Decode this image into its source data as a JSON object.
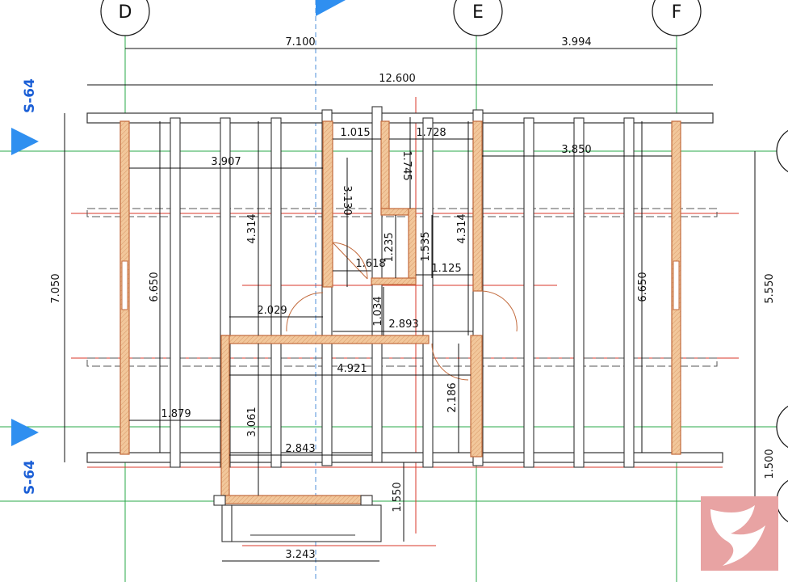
{
  "colors": {
    "grid_line": "#2aa84a",
    "red_line": "#d8372a",
    "wall_fill": "#f2c79b",
    "wall_stroke": "#c26a3c",
    "beam": "#333333",
    "section_marker": "#2f8ff0",
    "logo_bg": "#e8a3a3"
  },
  "axes": {
    "d": "D",
    "e": "E",
    "f": "F"
  },
  "sections": {
    "left_top": "S-64",
    "left_bottom": "S-64"
  },
  "dims": {
    "d_e": "7.100",
    "e_f": "3.994",
    "total_width": "12.600",
    "left_height": "7.050",
    "right_height": "5.550",
    "right_lower": "1.500",
    "room_left_width": "3.907",
    "right_room_width": "3.850",
    "corridor_top_a": "1.015",
    "corridor_top_b": "1.728",
    "wall_3130": "3.130",
    "vert_1745": "1.745",
    "span_4314_left": "4.314",
    "span_4314_right": "4.314",
    "vert_1235": "1.235",
    "vert_1535": "1.535",
    "horiz_1618": "1.618",
    "horiz_1125": "1.125",
    "left_6650": "6.650",
    "right_6650": "6.650",
    "horiz_2029": "2.029",
    "vert_1034": "1.034",
    "horiz_2893": "2.893",
    "horiz_4921": "4.921",
    "vert_2186": "2.186",
    "horiz_1879": "1.879",
    "vert_3061": "3.061",
    "horiz_2843": "2.843",
    "vert_1550": "1.550",
    "horiz_3243": "3.243"
  }
}
